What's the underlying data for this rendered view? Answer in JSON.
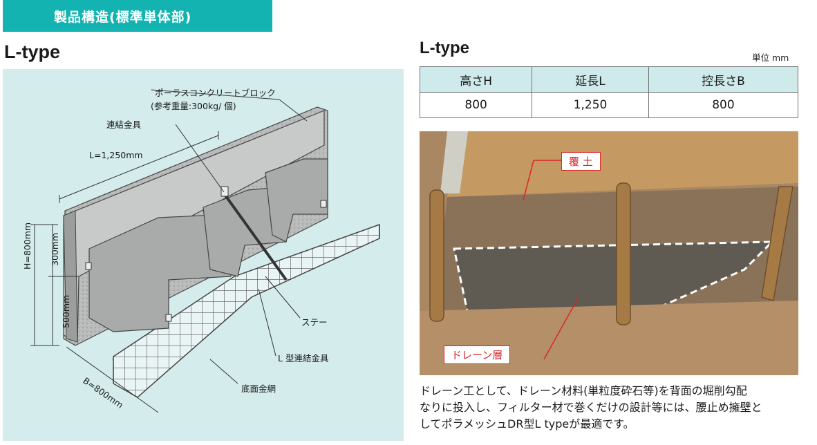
{
  "header": {
    "title": "製品構造(標準単体部)"
  },
  "left": {
    "type_label": "L-type",
    "labels": {
      "porous_block": "ポーラスコンクリートブロック",
      "weight_note": "(参考重量:300kg/ 個)",
      "connector": "連結金具",
      "length": "L=1,250mm",
      "height_total": "H=800mm",
      "height_300": "300mm",
      "height_500": "500mm",
      "stay": "ステー",
      "l_connector": "L 型連結金具",
      "bottom_mesh": "底面金網",
      "depth": "B=800mm"
    }
  },
  "right": {
    "type_label": "L-type",
    "unit_note": "単位 mm",
    "table": {
      "headers": [
        "高さH",
        "延長L",
        "控長さB"
      ],
      "values": [
        "800",
        "1,250",
        "800"
      ]
    },
    "photo_tags": {
      "cover_soil": "覆 土",
      "drain_layer": "ドレーン層"
    },
    "caption": [
      "ドレーン工として、ドレーン材料(単粒度砕石等)を背面の堀削勾配",
      "なりに投入し、フィルター材で巻くだけの設計等には、腰止め擁壁と",
      "してポラメッシュDR型L typeが最適です。"
    ]
  },
  "colors": {
    "banner": "#12b3b1",
    "panel": "#d4ecec",
    "tag": "#d8262a"
  }
}
